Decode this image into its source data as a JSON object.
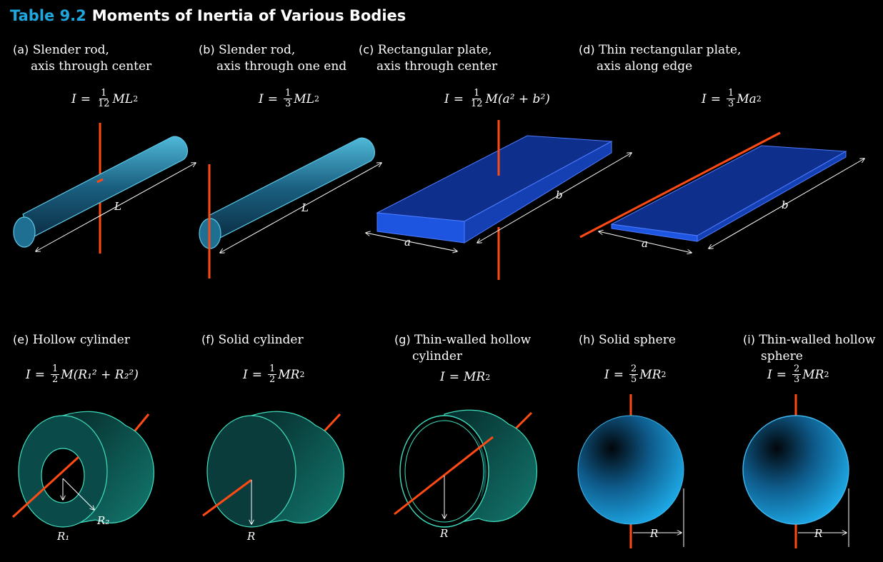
{
  "header": {
    "table_number": "Table 9.2",
    "title": "Moments of Inertia of Various Bodies"
  },
  "panels": {
    "a": {
      "letter": "(a)",
      "line1": "Slender rod,",
      "line2": "axis through center",
      "coef_num": "1",
      "coef_den": "12",
      "formula_rest": "ML",
      "exp": "2",
      "dim_label": "L"
    },
    "b": {
      "letter": "(b)",
      "line1": "Slender rod,",
      "line2": "axis through one end",
      "coef_num": "1",
      "coef_den": "3",
      "formula_rest": "ML",
      "exp": "2",
      "dim_label": "L"
    },
    "c": {
      "letter": "(c)",
      "line1": "Rectangular plate,",
      "line2": "axis through center",
      "coef_num": "1",
      "coef_den": "12",
      "formula_rest": "M(a² + b²)",
      "dim_a": "a",
      "dim_b": "b"
    },
    "d": {
      "letter": "(d)",
      "line1": "Thin rectangular plate,",
      "line2": "axis along edge",
      "coef_num": "1",
      "coef_den": "3",
      "formula_rest": "Ma",
      "exp": "2",
      "dim_a": "a",
      "dim_b": "b"
    },
    "e": {
      "letter": "(e)",
      "line1": "Hollow cylinder",
      "coef_num": "1",
      "coef_den": "2",
      "formula_rest": "M(R₁² + R₂²)",
      "r1": "R₁",
      "r2": "R₂"
    },
    "f": {
      "letter": "(f)",
      "line1": "Solid cylinder",
      "coef_num": "1",
      "coef_den": "2",
      "formula_rest": "MR",
      "exp": "2",
      "r": "R"
    },
    "g": {
      "letter": "(g)",
      "line1": "Thin-walled hollow",
      "line2": "cylinder",
      "formula_rest": "MR",
      "exp": "2",
      "r": "R"
    },
    "h": {
      "letter": "(h)",
      "line1": "Solid sphere",
      "coef_num": "2",
      "coef_den": "5",
      "formula_rest": "MR",
      "exp": "2",
      "r": "R"
    },
    "i": {
      "letter": "(i)",
      "line1": "Thin-walled hollow",
      "line2": "sphere",
      "coef_num": "2",
      "coef_den": "3",
      "formula_rest": "MR",
      "exp": "2",
      "r": "R"
    }
  },
  "symbols": {
    "inertia": "I",
    "equals": "="
  },
  "colors": {
    "title_accent": "#1ea7df",
    "axis": "#ff4a14",
    "rod": "#1d5f80",
    "plate": "#1446c8",
    "cylinder": "#0f5a5a",
    "sphere": "#1a8ccf"
  }
}
